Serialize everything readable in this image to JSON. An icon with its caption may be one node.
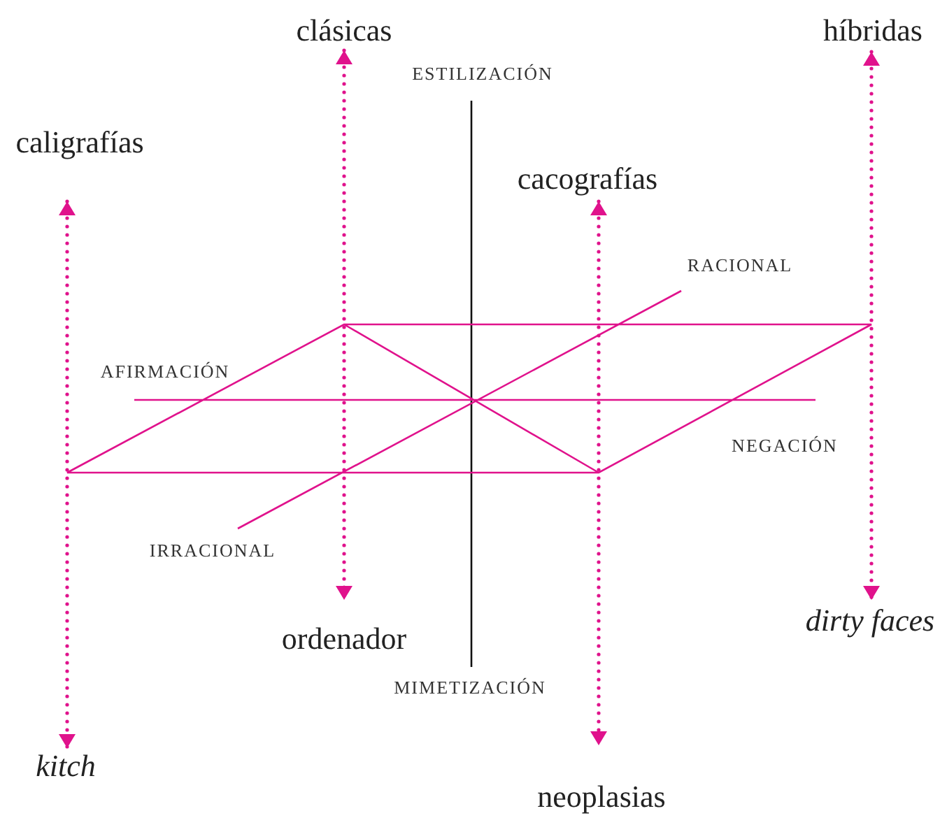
{
  "diagram": {
    "nodes": [
      {
        "text": [
          "clásicas"
        ]
      },
      {
        "text": [
          "híbridas"
        ]
      },
      {
        "text": [
          "caligrafías"
        ]
      },
      {
        "text": [
          "cacografías"
        ]
      },
      {
        "text": [
          "ordenador"
        ]
      },
      {
        "text": [
          "dirty faces"
        ]
      },
      {
        "text": [
          "kitch"
        ]
      },
      {
        "text": [
          "neoplasias"
        ]
      }
    ],
    "edges": [
      {
        "from": 0,
        "to": 4,
        "arrow": "both",
        "style": "dashed"
      },
      {
        "from": 1,
        "to": 5,
        "arrow": "both",
        "style": "dashed"
      },
      {
        "from": 2,
        "to": 6,
        "arrow": "both",
        "style": "dashed"
      },
      {
        "from": 3,
        "to": 7,
        "arrow": "both",
        "style": "dashed"
      }
    ],
    "labels": [
      "ESTILIZACIÓN",
      "RACIONAL",
      "AFIRMACIÓN",
      "NEGACIÓN",
      "IRRACIONAL",
      "MIMETIZACIÓN"
    ]
  }
}
